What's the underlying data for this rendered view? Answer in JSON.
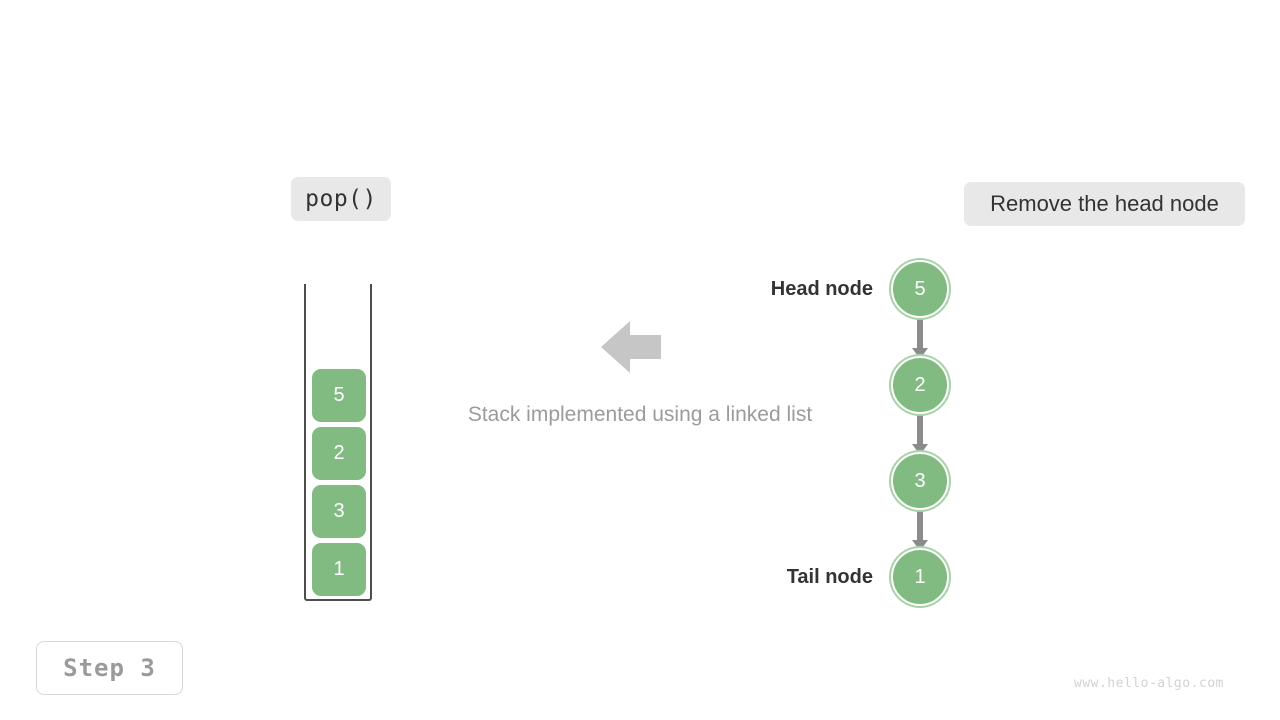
{
  "operation_badge": {
    "label": "pop()"
  },
  "action_badge": {
    "label": "Remove the head node"
  },
  "step_badge": {
    "label": "Step 3"
  },
  "caption": {
    "text": "Stack implemented using a linked list"
  },
  "watermark": {
    "text": "www.hello-algo.com"
  },
  "stack": {
    "cells": [
      {
        "value": "5"
      },
      {
        "value": "2"
      },
      {
        "value": "3"
      },
      {
        "value": "1"
      }
    ]
  },
  "linked_list": {
    "head_label": "Head node",
    "tail_label": "Tail node",
    "nodes": [
      {
        "value": "5"
      },
      {
        "value": "2"
      },
      {
        "value": "3"
      },
      {
        "value": "1"
      }
    ]
  },
  "colors": {
    "node_fill": "#81bb82",
    "node_ring": "#a6d3a6",
    "badge_bg": "#e8e8e8",
    "edge": "#8c8c8c",
    "arrow": "#c6c6c6",
    "container_line": "#4d4d4d",
    "caption_text": "#9b9b9b",
    "label_text": "#333333",
    "step_text": "#9a9a9a",
    "watermark_text": "#d2d2d2"
  }
}
